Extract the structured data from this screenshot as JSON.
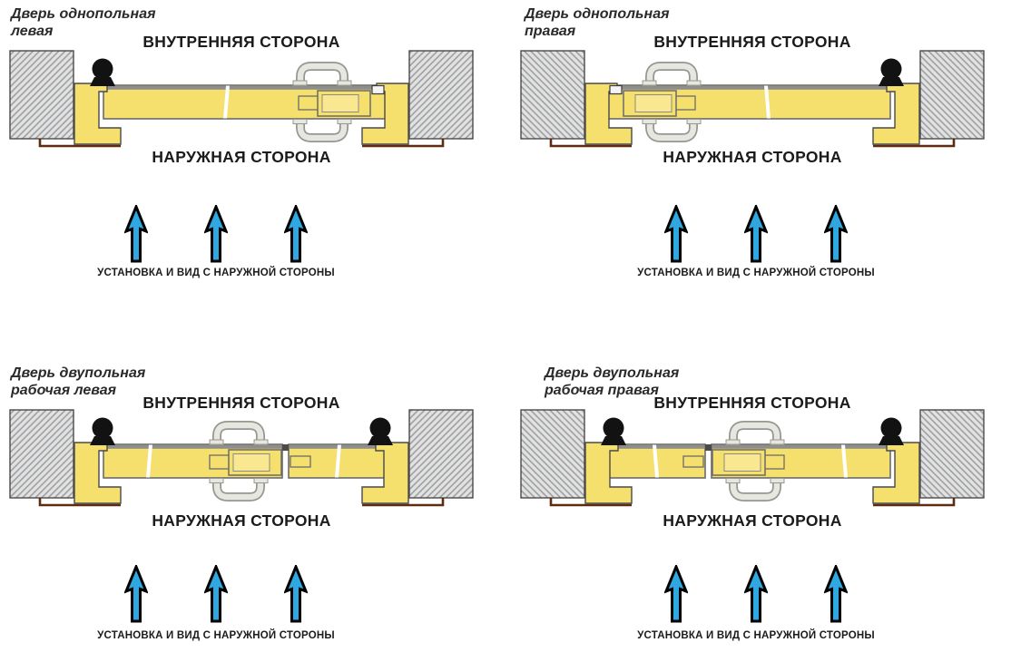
{
  "page": {
    "background": "#FFFFFF"
  },
  "labels": {
    "inner_side": "ВНУТРЕННЯЯ СТОРОНА",
    "outer_side": "НАРУЖНАЯ СТОРОНА",
    "installation_caption": "УСТАНОВКА И ВИД С НАРУЖНОЙ СТОРОНЫ"
  },
  "quadrants": [
    {
      "id": "single-left",
      "title_line1": "Дверь однопольная",
      "title_line2": "левая"
    },
    {
      "id": "single-right",
      "title_line1": "Дверь однопольная",
      "title_line2": "правая"
    },
    {
      "id": "double-left",
      "title_line1": "Дверь двупольная",
      "title_line2": "рабочая левая"
    },
    {
      "id": "double-right",
      "title_line1": "Дверь двупольная",
      "title_line2": "рабочая правая"
    }
  ],
  "icons": {
    "arrow": "up-arrow-icon",
    "hinge": "hinge-knuckle-icon",
    "handle": "door-handle-icon"
  },
  "colors": {
    "door_yellow": "#F5DF6D",
    "door_yellow_light": "#F9E88F",
    "wall_fill": "#E2E2E2",
    "wall_hatch": "#999B9D",
    "outline_dark": "#4A4A4A",
    "line_gray": "#6B6B6B",
    "door_edge_gray": "#8E8E8E",
    "hinge_black": "#121212",
    "handle_fill": "#E7E7E2",
    "handle_outline": "#97978F",
    "threshold_brown": "#5E2B11",
    "arrow_blue": "#2FA7E0",
    "arrow_outline": "#000000",
    "text_black": "#1B1B1D"
  }
}
